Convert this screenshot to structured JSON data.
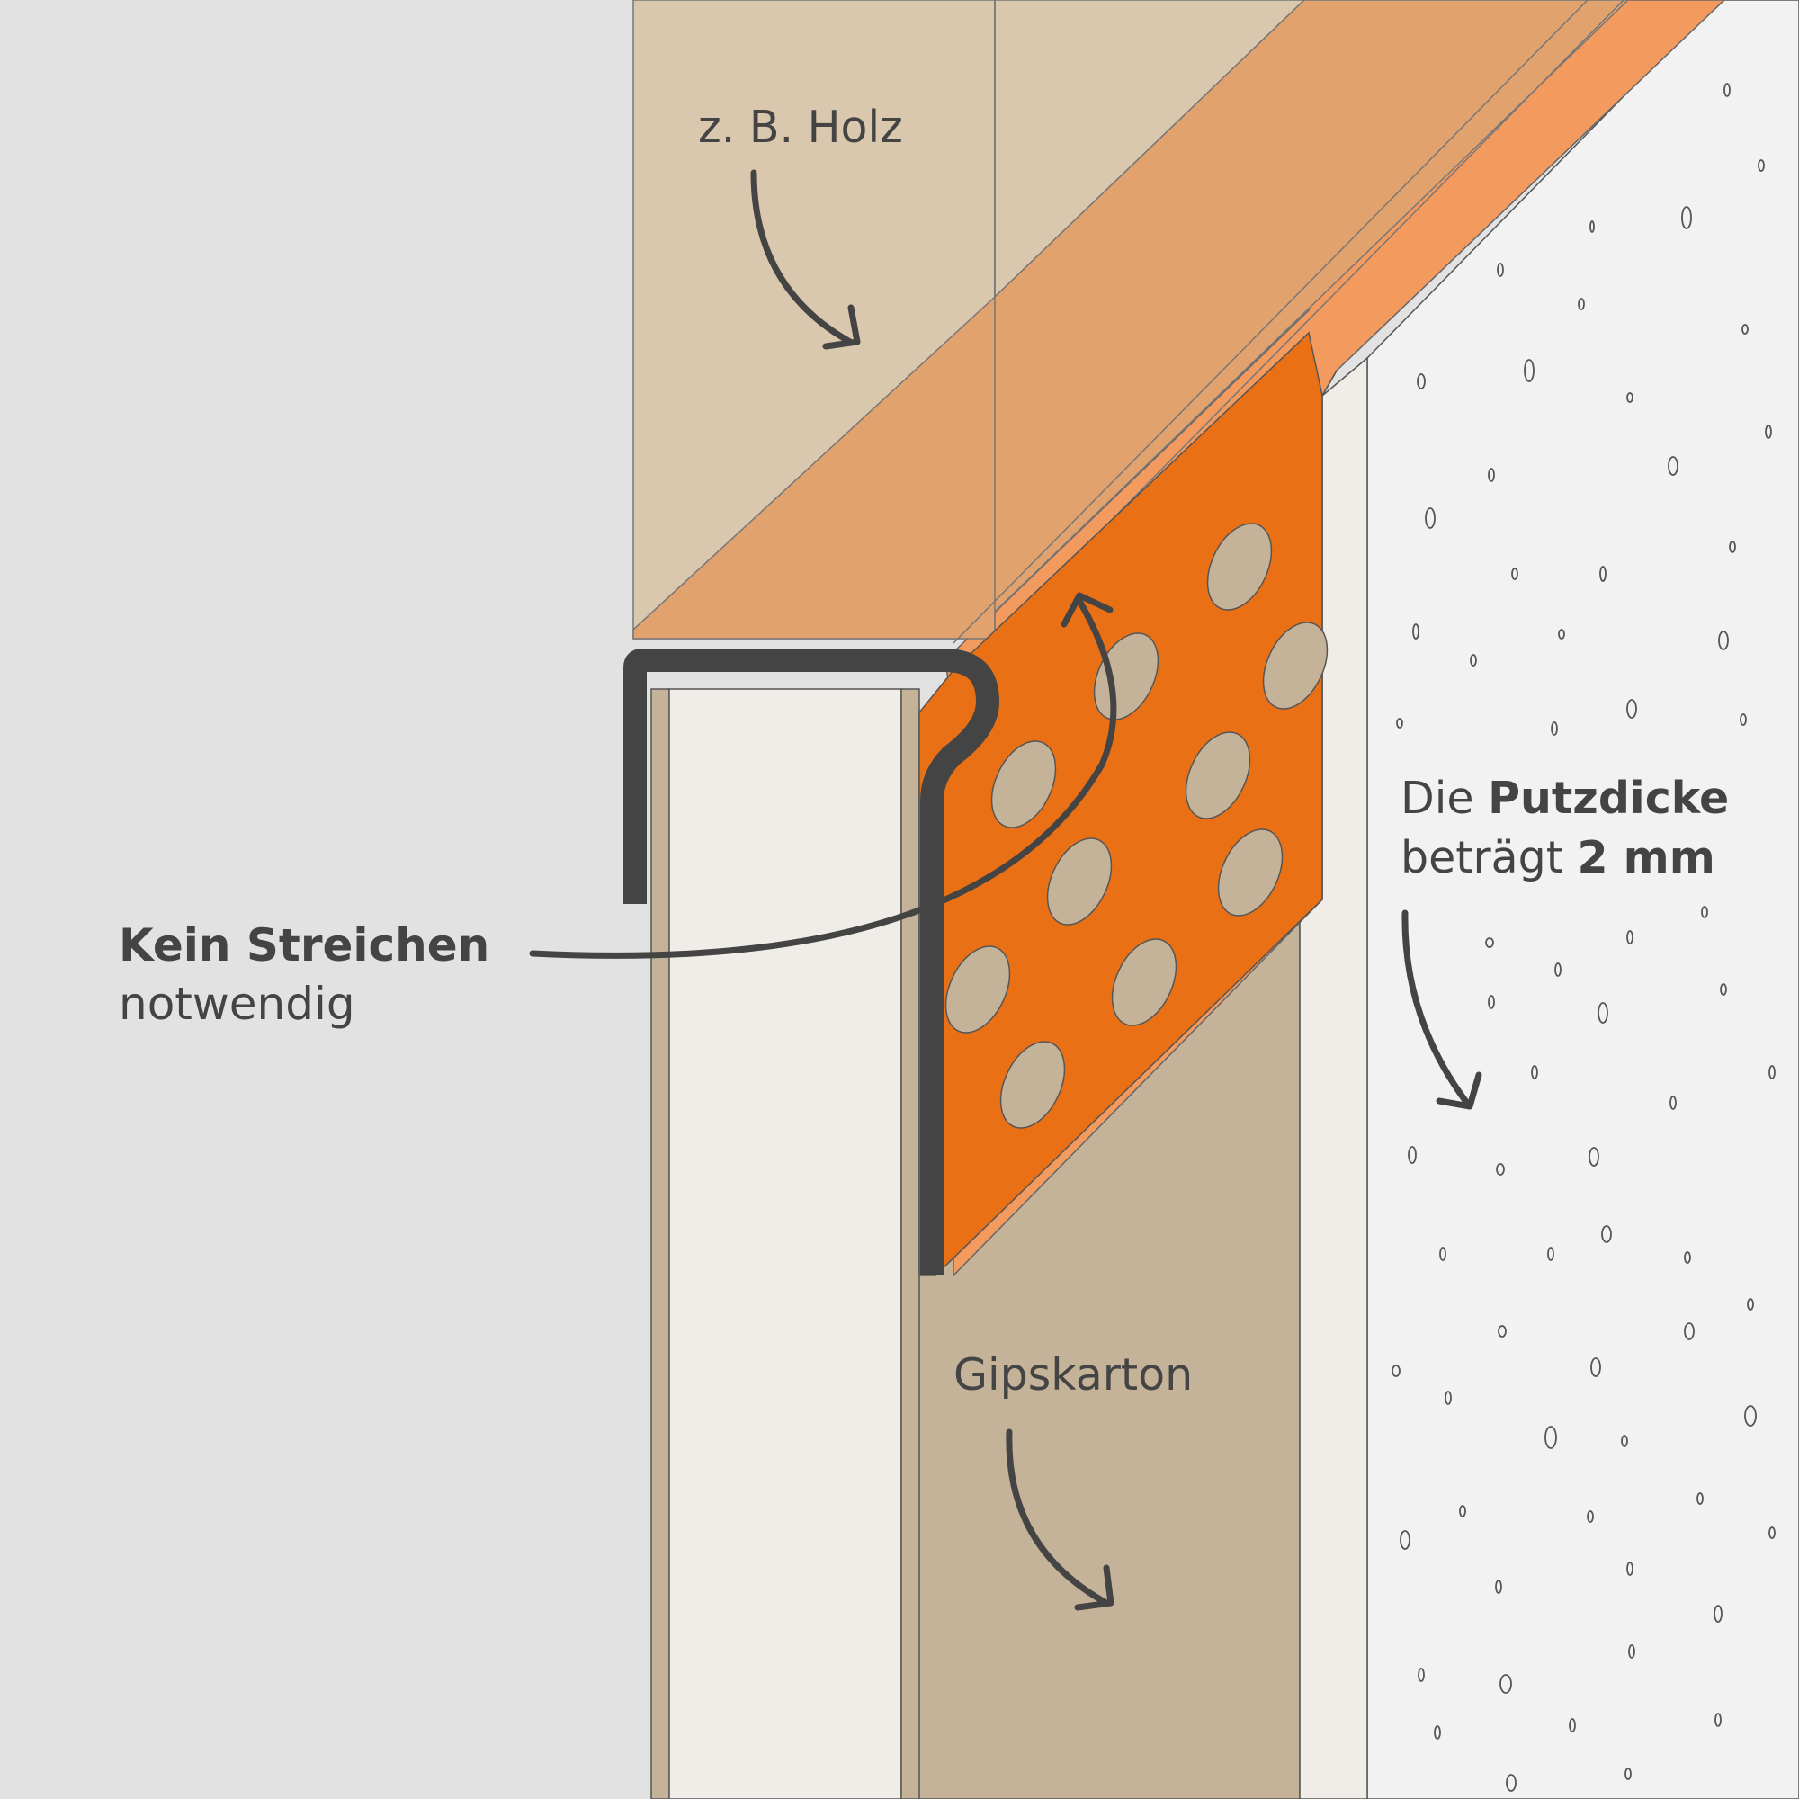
{
  "colors": {
    "background": "#e2e2e2",
    "wood": "#d9c7ae",
    "profile_top": "#f39a5e",
    "profile_overlap": "#e2a26d",
    "mesh": "#ea7016",
    "hole": "#c5b399",
    "gypsum": "#c5b399",
    "board_core": "#f0ece7",
    "plaster": "#f2f2f2",
    "profile_edge": "#444444",
    "text": "#444444"
  },
  "labels": {
    "wood": "z. B. Holz",
    "no_paint_bold": "Kein Streichen",
    "no_paint_rest": "notwendig",
    "plaster_1_pre": "Die ",
    "plaster_1_bold": "Putzdicke",
    "plaster_2_pre": "beträgt ",
    "plaster_2_bold": "2 mm",
    "gypsum": "Gipskarton"
  },
  "icons": {
    "wood_arrow": "curved-arrow-down-right-icon",
    "no_paint_arrow": "curved-arrow-up-icon",
    "plaster_arrow": "curved-arrow-down-icon",
    "gypsum_arrow": "curved-arrow-down-right-icon"
  }
}
